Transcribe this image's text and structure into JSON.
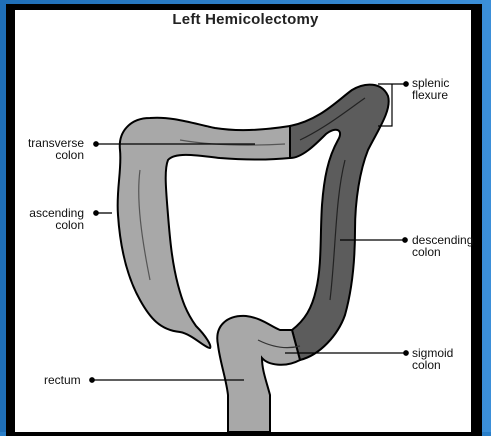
{
  "title": "Left Hemicolectomy",
  "labels": {
    "transverse_colon": [
      "transverse",
      "colon"
    ],
    "ascending_colon": [
      "ascending",
      "colon"
    ],
    "rectum": "rectum",
    "splenic_flexure": [
      "splenic",
      "flexure"
    ],
    "descending_colon": [
      "descending",
      "colon"
    ],
    "sigmoid_colon": [
      "sigmoid",
      "colon"
    ]
  },
  "colors": {
    "resected": "#5c5c5c",
    "remaining": "#a8a8a8",
    "outline": "#000000"
  }
}
